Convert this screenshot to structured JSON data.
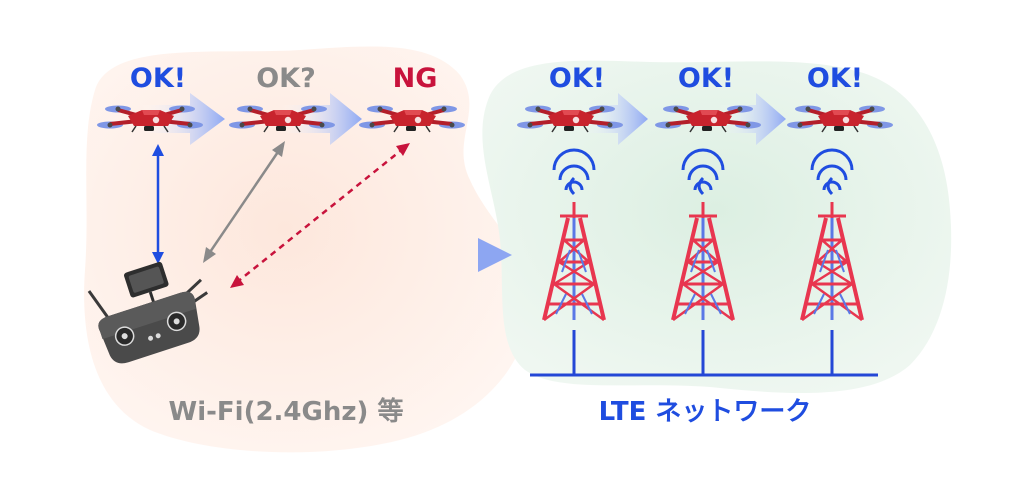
{
  "colors": {
    "ok": "#1f4de0",
    "unknown": "#8a8a8a",
    "ng": "#c8133c",
    "wifi_bg": "#fdeee6",
    "lte_bg": "#e6f2ea",
    "drone_body": "#c8232d",
    "drone_rotor": "#8aa0e8",
    "tower": "#e8364f",
    "tower_inner": "#5a78e6",
    "arrow": "#8da6f2",
    "network": "#2447d6"
  },
  "wifi": {
    "drones": [
      {
        "status": "OK!",
        "status_color": "ok",
        "link": "solid-blue",
        "icon": "drone-icon"
      },
      {
        "status": "OK?",
        "status_color": "unknown",
        "link": "solid-gray",
        "icon": "drone-icon"
      },
      {
        "status": "NG",
        "status_color": "ng",
        "link": "dashed-red",
        "icon": "drone-icon"
      }
    ],
    "controller_icon": "remote-controller-icon",
    "caption": "Wi-Fi(2.4Ghz) 等"
  },
  "lte": {
    "drones": [
      {
        "status": "OK!",
        "status_color": "ok",
        "icon": "drone-icon"
      },
      {
        "status": "OK!",
        "status_color": "ok",
        "icon": "drone-icon"
      },
      {
        "status": "OK!",
        "status_color": "ok",
        "icon": "drone-icon"
      }
    ],
    "tower_icon": "cell-tower-icon",
    "caption": "LTE ネットワーク"
  }
}
